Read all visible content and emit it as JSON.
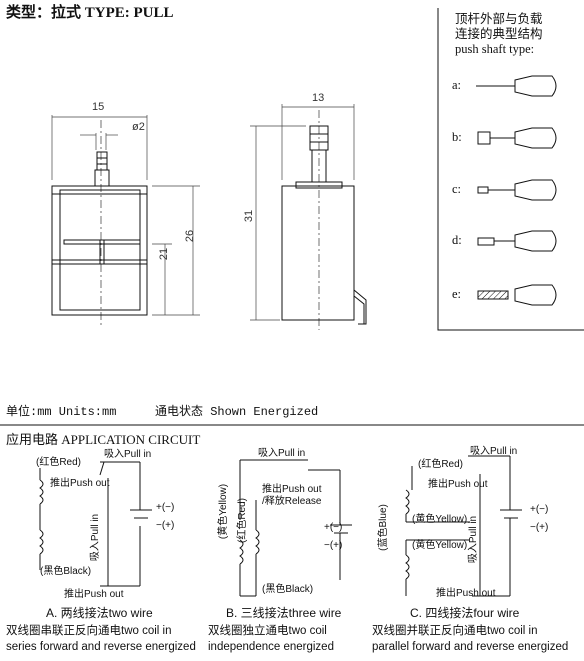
{
  "header": {
    "title": "类型：拉式  TYPE: PULL",
    "units": "单位:mm  Units:mm",
    "energized": "通电状态 Shown Energized"
  },
  "dimensions": {
    "width_front": "15",
    "shaft_dia": "ø2",
    "width_side": "13",
    "height_21": "21",
    "height_26": "26",
    "height_31": "31"
  },
  "push_shaft_box": {
    "title_line1": "顶杆外部与负载",
    "title_line2": "连接的典型结构",
    "title_line3": "push shaft type:",
    "options": [
      "a:",
      "b:",
      "c:",
      "d:",
      "e:"
    ]
  },
  "application": {
    "title": "应用电路 APPLICATION CIRCUIT"
  },
  "circuit_a": {
    "pull_in_top": "吸入Pull in",
    "red": "(红色Red)",
    "push_out_top": "推出Push out",
    "pull_in_vertical": "吸入Pull in",
    "black": "(黑色Black)",
    "push_out_bottom": "推出Push out",
    "plus": "+(−)",
    "minus": "−(+)",
    "caption": "A. 两线接法two wire",
    "desc_line1": "双线圈串联正反向通电two coil in",
    "desc_line2": "series forward and reverse energized"
  },
  "circuit_b": {
    "pull_in": "吸入Pull in",
    "push_out": "推出Push out",
    "release": "/释放Release",
    "yellow": "(黄色Yellow)",
    "red": "(红色Red)",
    "black": "(黑色Black)",
    "plus": "+(−)",
    "minus": "−(+)",
    "caption": "B. 三线接法three wire",
    "desc_line1": "双线圈独立通电two coil",
    "desc_line2": "independence energized"
  },
  "circuit_c": {
    "pull_in": "吸入Pull in",
    "red": "(红色Red)",
    "push_out_top": "推出Push out",
    "blue": "(蓝色Blue)",
    "yellow1": "(黄色Yellow)",
    "yellow2": "(黄色Yellow)",
    "pull_in_vertical": "吸入Pull in",
    "push_out_bottom": "推出Push out",
    "plus": "+(−)",
    "minus": "−(+)",
    "caption": "C. 四线接法four wire",
    "desc_line1": "双线圈并联正反向通电two coil in",
    "desc_line2": "parallel forward and reverse energized"
  }
}
